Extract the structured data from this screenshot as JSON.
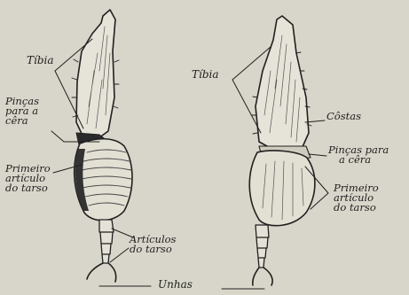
{
  "left_leg": {
    "tibia": "Tíbia",
    "pincas_lines": [
      "Pinças",
      "para a",
      "cêra"
    ],
    "primeiro_lines": [
      "Primeiro",
      "artículo",
      "do tarso"
    ],
    "articulos_lines": [
      "Artículos",
      "do tarso"
    ]
  },
  "right_leg": {
    "tibia": "Tíbia",
    "costas": "Côstas",
    "pincas_lines": [
      "Pinças para",
      "a cêra"
    ],
    "primeiro_lines": [
      "Primeiro",
      "artículo",
      "do tarso"
    ]
  },
  "shared": {
    "unhas": "Unhas"
  }
}
